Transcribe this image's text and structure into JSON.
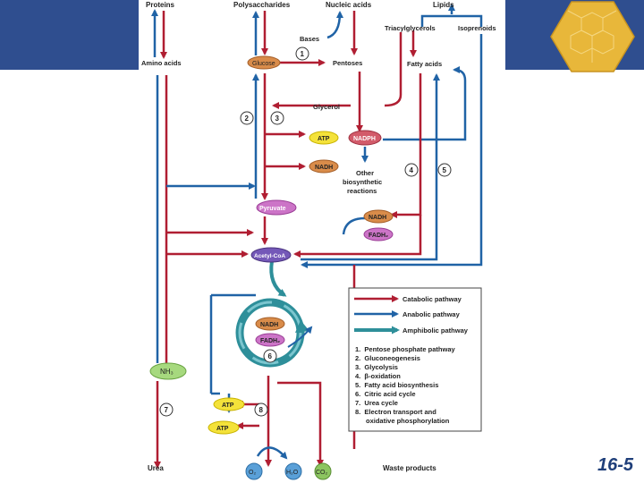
{
  "slide_number": "16-5",
  "colors": {
    "catabolic": "#b01e32",
    "anabolic": "#2063a6",
    "amphibolic": "#2e8f9a",
    "banner": "#2f4e8f",
    "hex": "#e8b73a"
  },
  "top": {
    "proteins": "Proteins",
    "polysaccharides": "Polysaccharides",
    "nucleic_acids": "Nucleic acids",
    "lipids": "Lipids",
    "triacylglycerols": "Triacylglycerols",
    "isoprenoids": "Isoprenoids",
    "amino_acids": "Amino acids",
    "glucose": "Glucose",
    "bases": "Bases",
    "pentoses": "Pentoses",
    "fatty_acids": "Fatty acids",
    "glycerol": "Glycerol"
  },
  "mid": {
    "atp": "ATP",
    "nadph": "NADPH",
    "nadh": "NADH",
    "other_line1": "Other",
    "other_line2": "biosynthetic",
    "other_line3": "reactions",
    "pyruvate": "Pyruvate",
    "nadh2": "NADH",
    "fadh2": "FADH₂",
    "acetyl_coa": "Acetyl-CoA",
    "cycle_nadh": "NADH",
    "cycle_fadh2": "FADH₂",
    "nh3": "NH₃",
    "atp_a": "ATP",
    "atp_b": "ATP"
  },
  "bottom": {
    "urea": "Urea",
    "o2": "O₂",
    "h2o": "H₂O",
    "co2": "CO₂",
    "waste_products": "Waste products"
  },
  "markers": [
    "1",
    "2",
    "3",
    "4",
    "5",
    "6",
    "7",
    "8"
  ],
  "legend": {
    "catabolic": "Catabolic pathway",
    "anabolic": "Anabolic pathway",
    "amphibolic": "Amphibolic pathway",
    "items": [
      "1.  Pentose phosphate pathway",
      "2.  Gluconeogenesis",
      "3.  Glycolysis",
      "4.  β-oxidation",
      "5.  Fatty acid biosynthesis",
      "6.  Citric acid cycle",
      "7.  Urea cycle",
      "8.  Electron transport and",
      "oxidative phosphorylation"
    ]
  },
  "icons": {
    "hex_logo": "honeycomb-hexagon-logo"
  }
}
